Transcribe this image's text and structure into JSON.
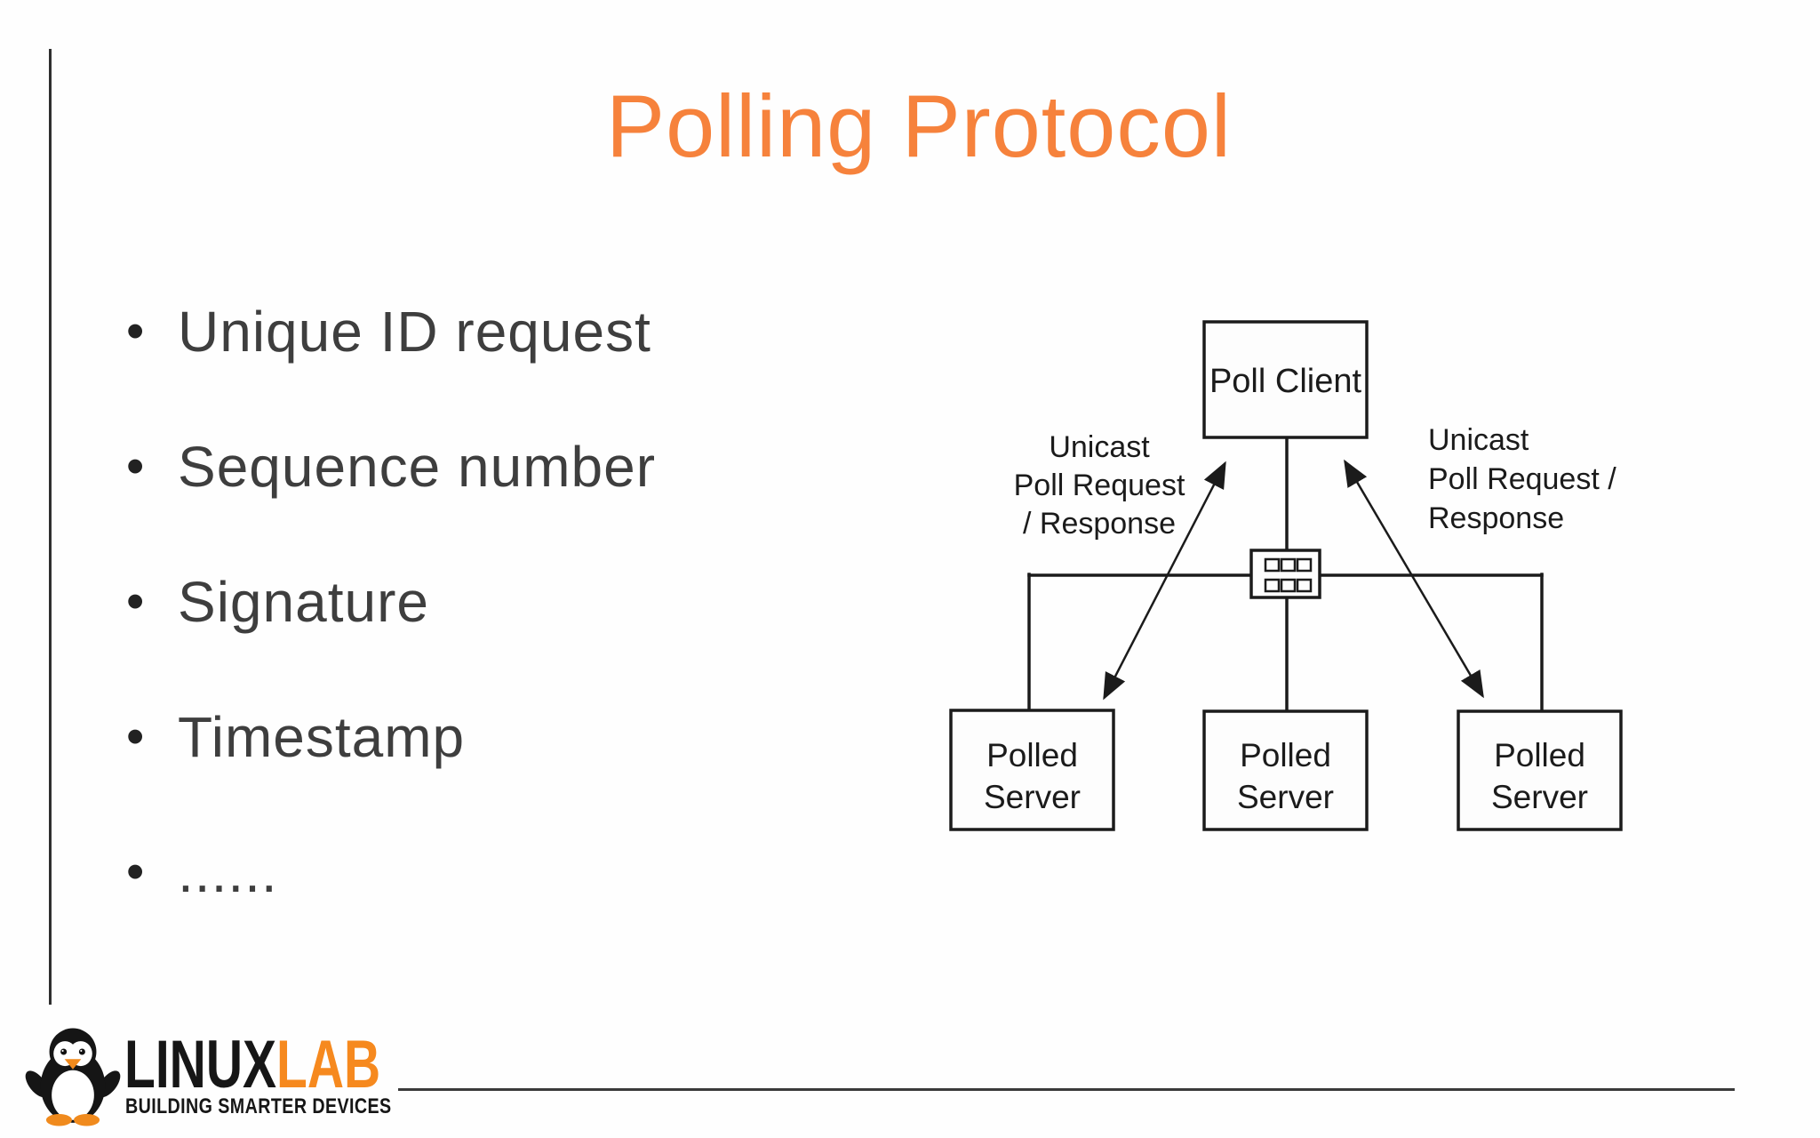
{
  "slide": {
    "title": "Polling Protocol",
    "bullets": [
      {
        "label": "Unique ID request"
      },
      {
        "label": "Sequence number"
      },
      {
        "label": "Signature"
      },
      {
        "label": "Timestamp"
      },
      {
        "label": "......"
      }
    ]
  },
  "diagram": {
    "poll_client": "Poll Client",
    "polled_server": {
      "line1": "Polled",
      "line2": "Server"
    },
    "left_label": {
      "line1": "Unicast",
      "line2": "Poll Request",
      "line3": "/ Response"
    },
    "right_label": {
      "line1": "Unicast",
      "line2": "Poll Request /",
      "line3": "Response"
    },
    "switch_icon": "network-switch-icon"
  },
  "logo": {
    "brand_primary": "LINUX",
    "brand_accent": "LAB",
    "tagline": "BUILDING SMARTER DEVICES",
    "mascot": "penguin-icon"
  },
  "colors": {
    "title_orange": "#F6823C",
    "logo_orange": "#F6891E",
    "body_text": "#3E3E3E",
    "diagram_ink": "#1B1B1B",
    "rule_dark": "#3A3A3A"
  }
}
